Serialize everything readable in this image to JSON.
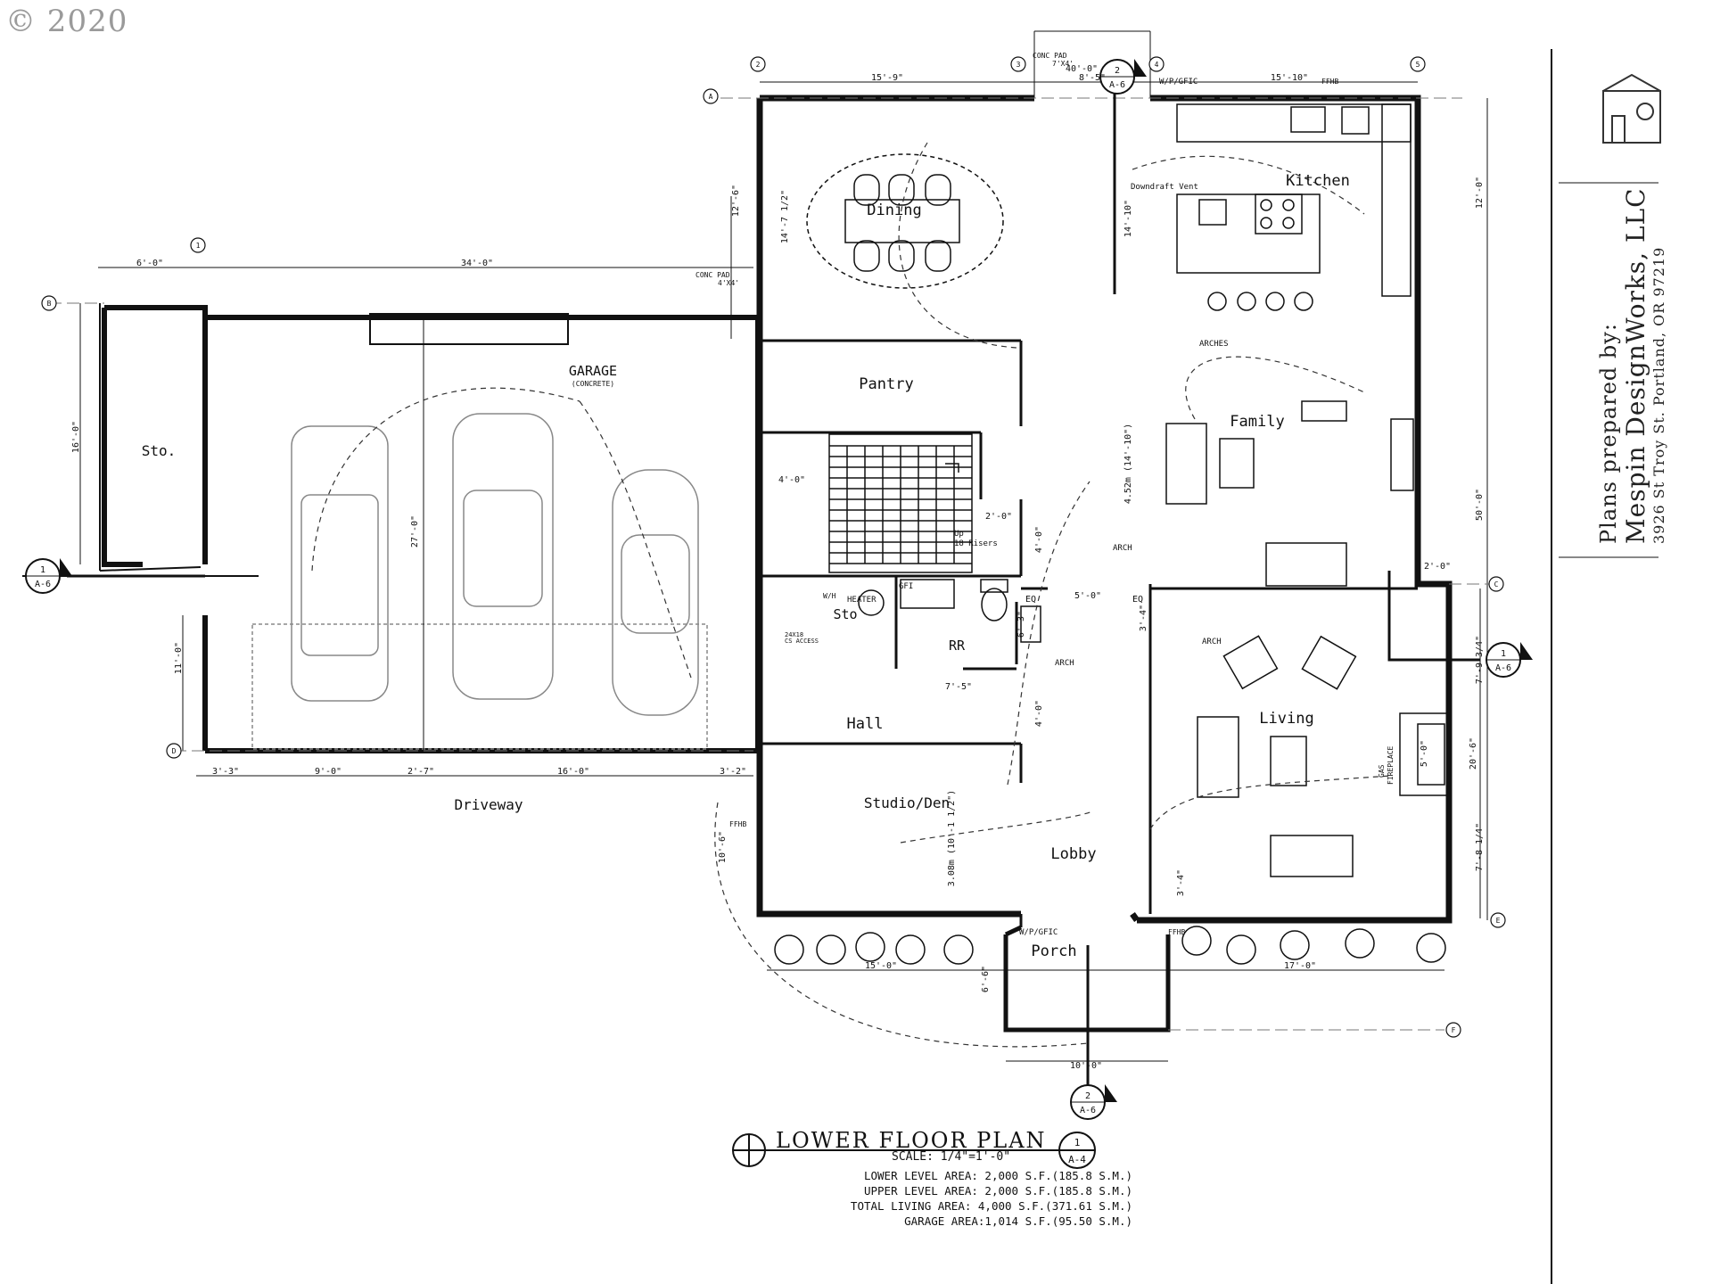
{
  "copyright": "© 2020",
  "drawing": {
    "title": "LOWER FLOOR PLAN",
    "scale": "SCALE: 1/4\"=1'-0\"",
    "sheet_num": "1",
    "sheet_ref": "A-4",
    "areas": [
      "LOWER LEVEL AREA: 2,000 S.F.(185.8 S.M.)",
      "UPPER LEVEL AREA: 2,000 S.F.(185.8 S.M.)",
      "TOTAL LIVING AREA: 4,000 S.F.(371.61 S.M.)",
      "GARAGE AREA:1,014 S.F.(95.50 S.M.)"
    ]
  },
  "title_block": {
    "line1": "Plans prepared by:",
    "line2": "Mespin DesignWorks, LLC",
    "line3": "3926 St Troy St.  Portland, OR 97219"
  },
  "rooms": {
    "garage": "GARAGE",
    "garage_sub": "(CONCRETE)",
    "sto1": "Sto.",
    "sto2": "Sto",
    "dining": "Dining",
    "pantry": "Pantry",
    "kitchen": "Kitchen",
    "family": "Family",
    "living": "Living",
    "hall": "Hall",
    "rr": "RR",
    "studio": "Studio/Den",
    "lobby": "Lobby",
    "porch": "Porch",
    "driveway": "Driveway"
  },
  "labels": {
    "conc_pad_top": "CONC PAD",
    "conc_pad_top_dim": "7'X4'",
    "conc_pad_side": "CONC PAD",
    "conc_pad_side_dim": "4'X4'",
    "wpgfic_top": "W/P/GFIC",
    "ffhb": "FFHB",
    "downdraft": "Downdraft Vent",
    "arches": "ARCHES",
    "arch1": "ARCH",
    "arch2": "ARCH",
    "arch3": "ARCH",
    "heater": "HEATER",
    "wh": "W/H",
    "gfi": "GFI",
    "access": "24X18",
    "access2": "CS ACCESS",
    "up_risers": "Up",
    "up_risers2": "18 Risers",
    "gas_fp": "GAS",
    "gas_fp2": "FIREPLACE",
    "eq1": "EQ",
    "eq2": "EQ",
    "wpgfic_bot": "W/P/GFIC",
    "ffhb2": "FFHB",
    "ffhb3": "FFHB"
  },
  "dims": {
    "d_15_9": "15'-9\"",
    "d_8_5": "8'-5\"",
    "d_40_0": "40'-0\"",
    "d_15_10": "15'-10\"",
    "d_6_0": "6'-0\"",
    "d_34_0": "34'-0\"",
    "d_16_0": "16'-0\"",
    "d_27_0": "27'-0\"",
    "d_11_0": "11'-0\"",
    "d_3_3": "3'-3\"",
    "d_9_0": "9'-0\"",
    "d_2_7": "2'-7\"",
    "d_16_0b": "16'-0\"",
    "d_3_2": "3'-2\"",
    "d_12_6": "12'-6\"",
    "d_14_7": "14'-7 1/2\"",
    "d_14_10": "14'-10\"",
    "d_12_0": "12'-0\"",
    "d_50_0": "50'-0\"",
    "d_4_0a": "4'-0\"",
    "d_2_0": "2'-0\"",
    "d_4_0b": "4'-0\"",
    "d_452m": "4.52m (14'-10\")",
    "d_5_0": "5'-0\"",
    "d_6_3": "6'-3\"",
    "d_7_5": "7'-5\"",
    "d_4_0c": "4'-0\"",
    "d_3_4a": "3'-4\"",
    "d_3_4b": "3'-4\"",
    "d_308m": "3.08m (10'-1 1/2\")",
    "d_10_6": "10'-6\"",
    "d_15_0": "15'-0\"",
    "d_17_0": "17'-0\"",
    "d_6_6": "6'-6\"",
    "d_10_0": "10'-0\"",
    "d_7_9": "7'-9 3/4\"",
    "d_20_6": "20'-6\"",
    "d_5_0b": "5'-0\"",
    "d_7_8": "7'-8 1/4\"",
    "d_2_0b": "2'-0\""
  },
  "grid": [
    "A",
    "B",
    "C",
    "D",
    "E",
    "F",
    "1",
    "2",
    "3",
    "4",
    "5"
  ],
  "section_marks": [
    {
      "num": "2",
      "ref": "A-6"
    },
    {
      "num": "1",
      "ref": "A-6"
    },
    {
      "num": "1",
      "ref": "A-6"
    },
    {
      "num": "2",
      "ref": "A-6"
    }
  ]
}
